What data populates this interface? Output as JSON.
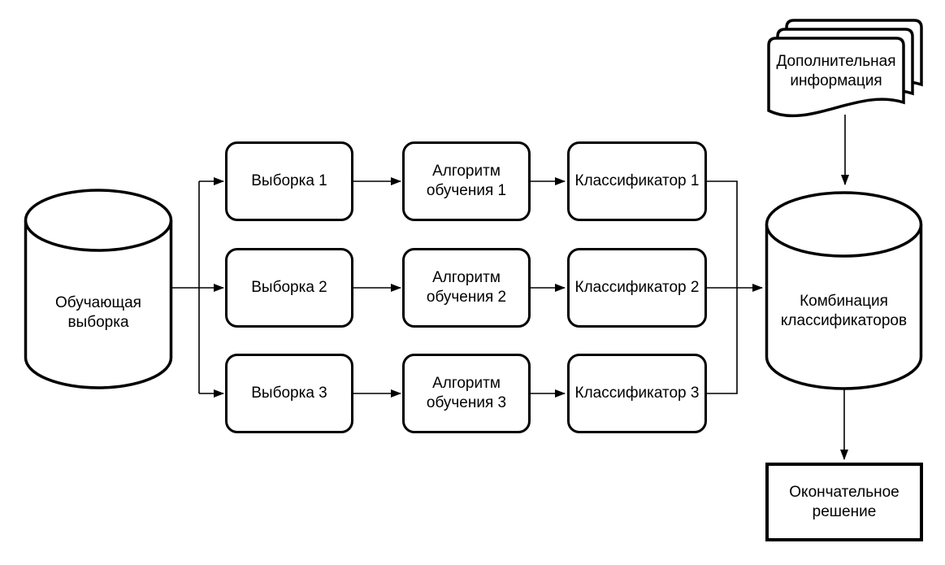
{
  "diagram": {
    "description": "Ensemble classifier training flow diagram",
    "colors": {
      "stroke": "#000000",
      "fill": "#ffffff",
      "background": "#ffffff",
      "text": "#000000"
    },
    "nodes": {
      "training_set": {
        "label": "Обучающая\nвыборка",
        "shape": "cylinder"
      },
      "sample1": {
        "label": "Выборка 1",
        "shape": "rounded-box"
      },
      "sample2": {
        "label": "Выборка 2",
        "shape": "rounded-box"
      },
      "sample3": {
        "label": "Выборка 3",
        "shape": "rounded-box"
      },
      "algorithm1": {
        "label": "Алгоритм\nобучения 1",
        "shape": "rounded-box"
      },
      "algorithm2": {
        "label": "Алгоритм\nобучения 2",
        "shape": "rounded-box"
      },
      "algorithm3": {
        "label": "Алгоритм\nобучения 3",
        "shape": "rounded-box"
      },
      "classifier1": {
        "label": "Классификатор 1",
        "shape": "rounded-box"
      },
      "classifier2": {
        "label": "Классификатор 2",
        "shape": "rounded-box"
      },
      "classifier3": {
        "label": "Классификатор 3",
        "shape": "rounded-box"
      },
      "combiner": {
        "label": "Комбинация\nклассификаторов",
        "shape": "cylinder"
      },
      "extra_info": {
        "label": "Дополнительная\nинформация",
        "shape": "multi-document"
      },
      "final_decision": {
        "label": "Окончательное\nрешение",
        "shape": "rectangle"
      }
    }
  }
}
